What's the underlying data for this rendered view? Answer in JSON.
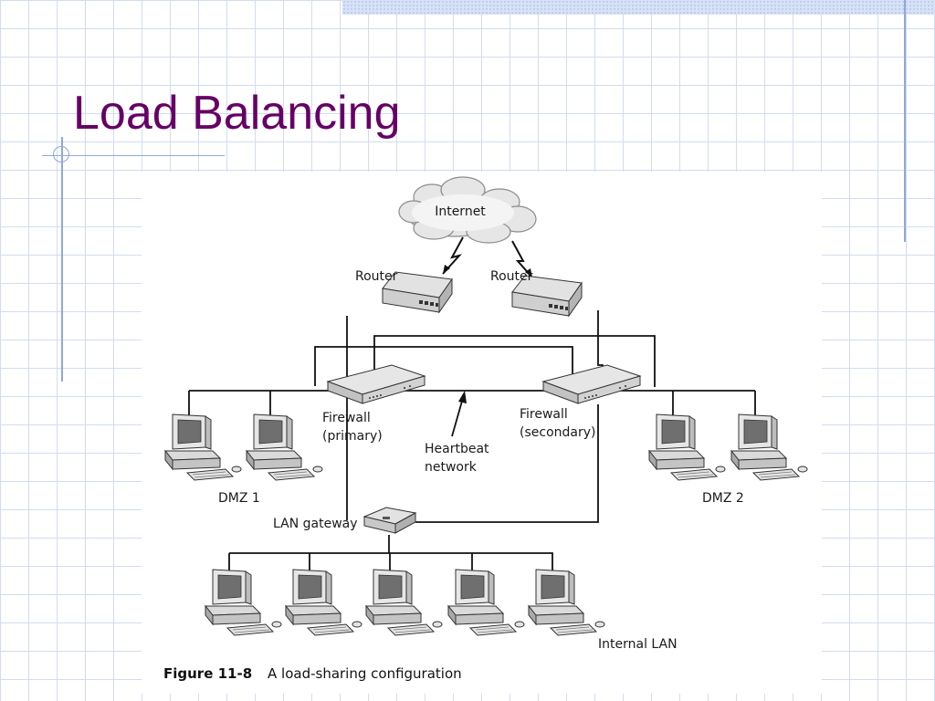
{
  "slide": {
    "title": "Load Balancing"
  },
  "diagram": {
    "cloud_label": "Internet",
    "router_left_label": "Router",
    "router_right_label": "Router",
    "firewall_primary_label_1": "Firewall",
    "firewall_primary_label_2": "(primary)",
    "firewall_secondary_label_1": "Firewall",
    "firewall_secondary_label_2": "(secondary)",
    "heartbeat_label_1": "Heartbeat",
    "heartbeat_label_2": "network",
    "dmz1_label": "DMZ 1",
    "dmz2_label": "DMZ 2",
    "lan_gateway_label": "LAN gateway",
    "internal_lan_label": "Internal LAN",
    "caption_number": "Figure 11-8",
    "caption_text": "A load-sharing configuration"
  }
}
